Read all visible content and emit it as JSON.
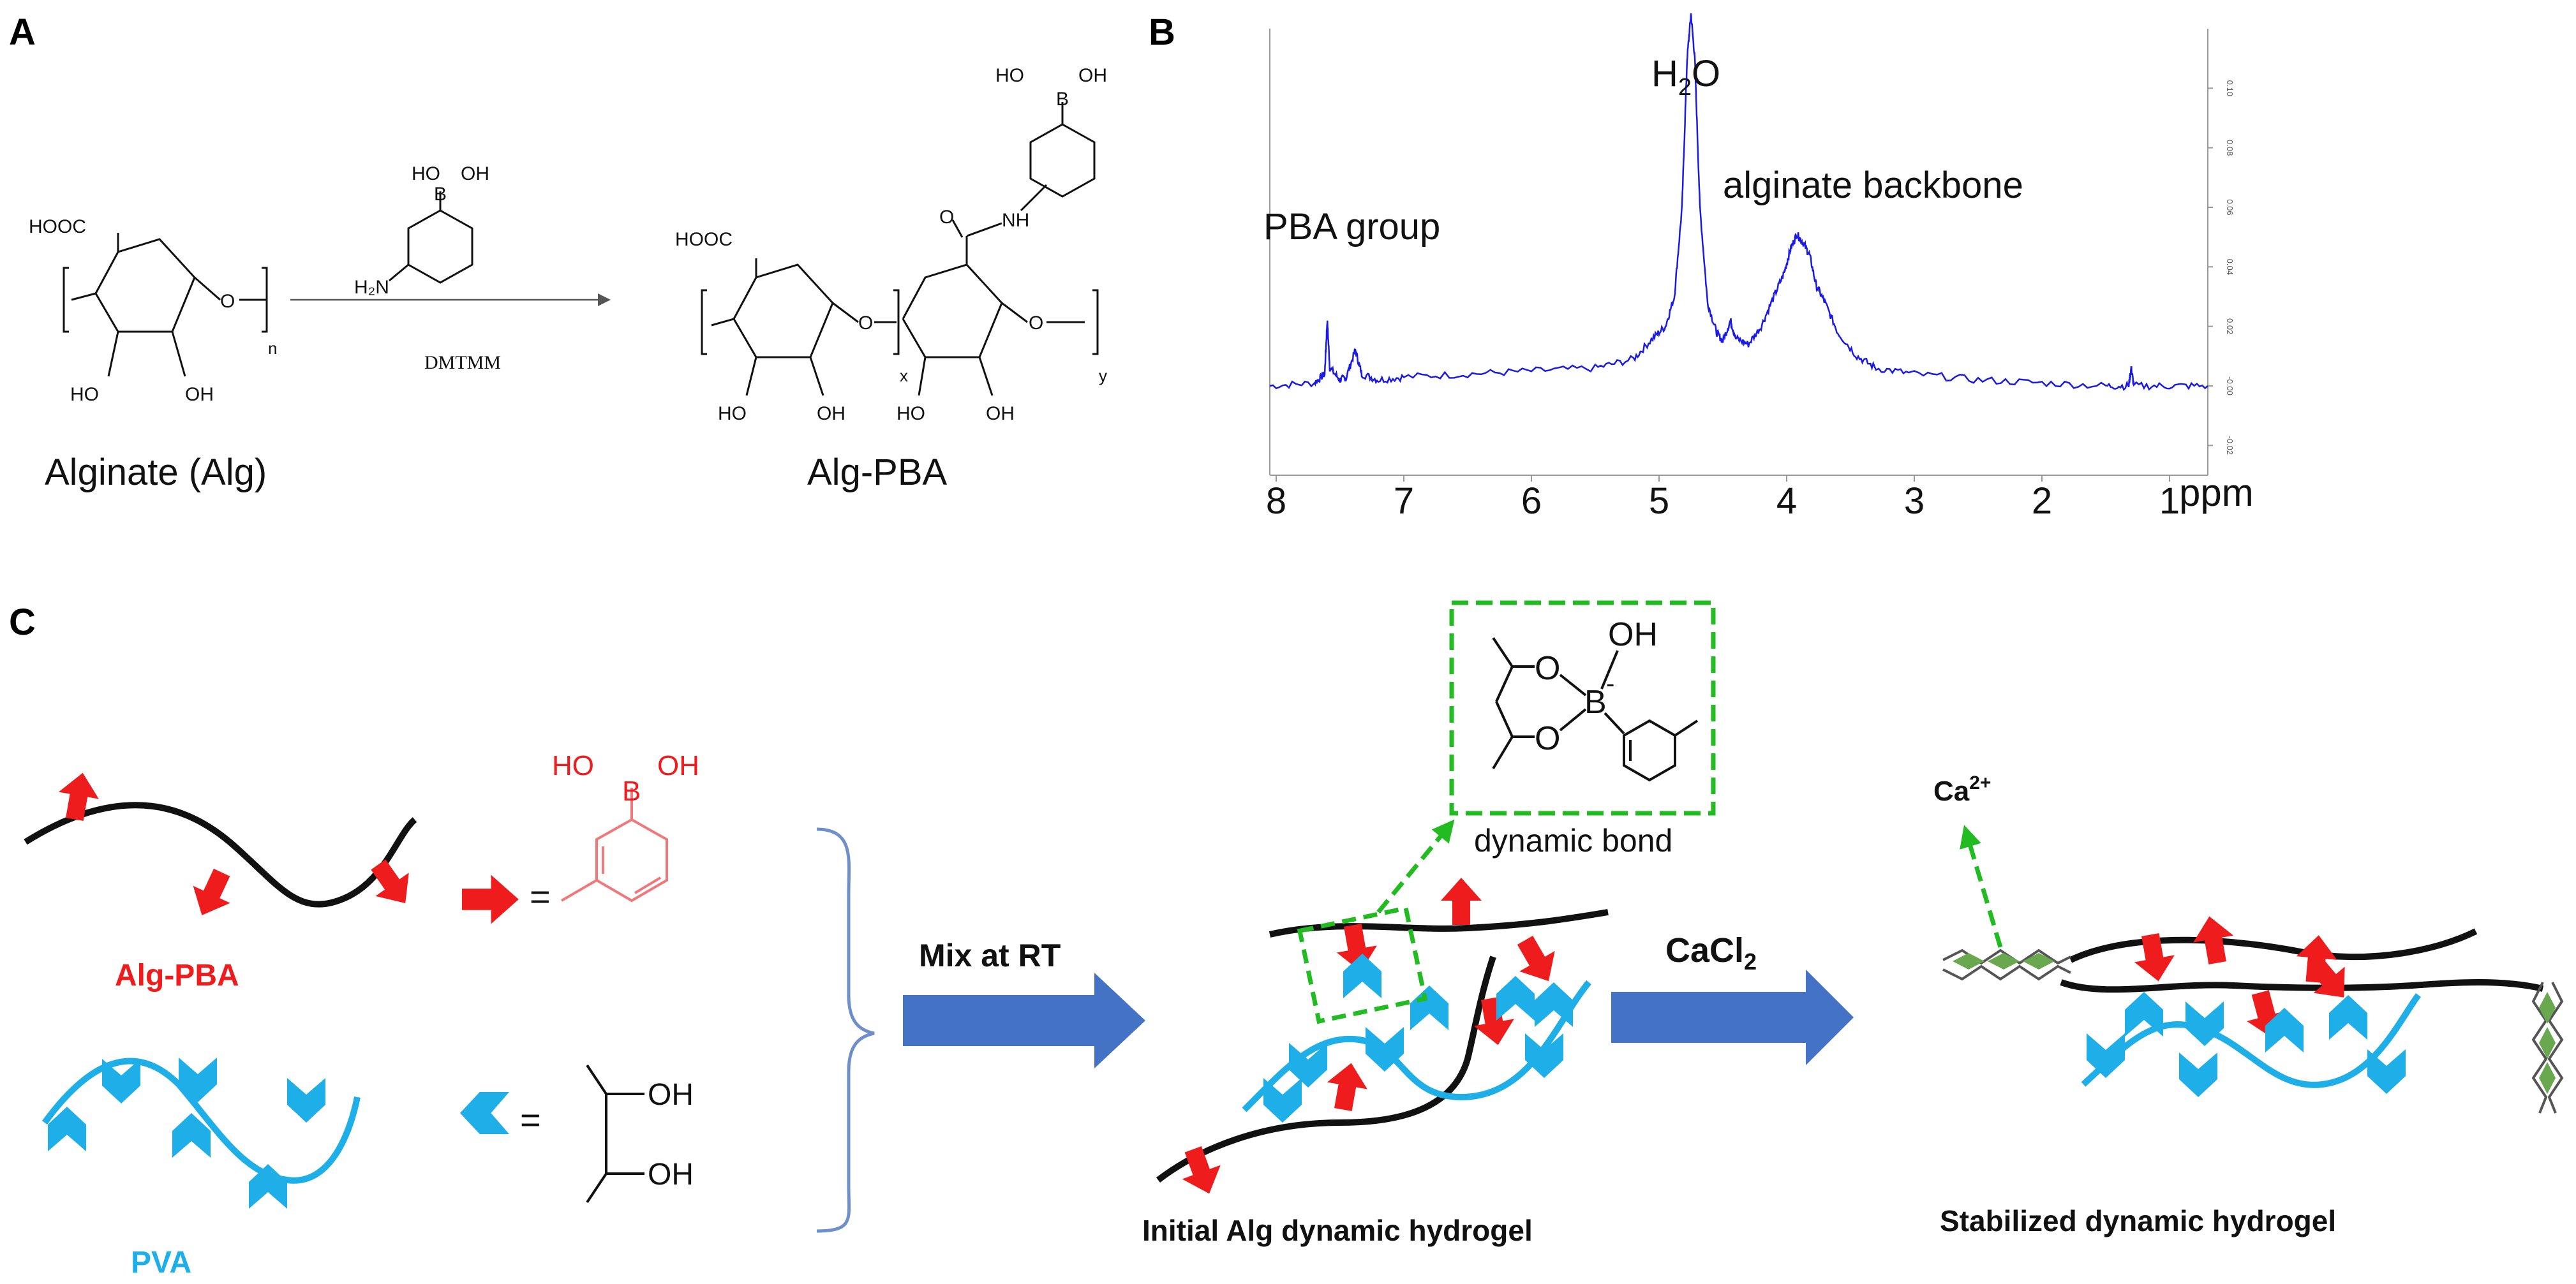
{
  "panels": {
    "a": "A",
    "b": "B",
    "c": "C"
  },
  "panel_a": {
    "alginate_name": "Alginate (Alg)",
    "product_name": "Alg-PBA",
    "reagent": "DMTMM",
    "cooh": "HOOC",
    "ho": "HO",
    "oh": "OH",
    "o": "O",
    "b": "B",
    "h2n": "H₂N",
    "nh": "NH",
    "n": "n",
    "x": "x",
    "y": "y"
  },
  "panel_b": {
    "peak_water_main": "H",
    "peak_water_sub": "2",
    "peak_water_end": "O",
    "peak_pba": "PBA group",
    "peak_backbone": "alginate backbone",
    "axis_unit": "ppm"
  },
  "chart_data": {
    "type": "line",
    "title": "",
    "xlabel": "ppm",
    "ylabel": "",
    "x_reversed": true,
    "xlim": [
      8.05,
      0.7
    ],
    "ylim": [
      -0.03,
      0.12
    ],
    "x_ticks": [
      8,
      7,
      6,
      5,
      4,
      3,
      2,
      1
    ],
    "y_ticks": [
      -0.02,
      0.0,
      0.02,
      0.04,
      0.06,
      0.08,
      0.1
    ],
    "y_tick_labels": [
      "-0.02",
      "-0.00",
      "0.02",
      "0.04",
      "0.06",
      "0.08",
      "0.10"
    ],
    "series": [
      {
        "color": "#1a1ae6",
        "points": [
          [
            8.05,
            0.0
          ],
          [
            7.7,
            0.001
          ],
          [
            7.62,
            0.004
          ],
          [
            7.6,
            0.022
          ],
          [
            7.58,
            0.006
          ],
          [
            7.5,
            0.002
          ],
          [
            7.45,
            0.003
          ],
          [
            7.38,
            0.012
          ],
          [
            7.33,
            0.004
          ],
          [
            7.2,
            0.002
          ],
          [
            7.0,
            0.003
          ],
          [
            6.5,
            0.004
          ],
          [
            6.0,
            0.005
          ],
          [
            5.5,
            0.006
          ],
          [
            5.2,
            0.009
          ],
          [
            5.05,
            0.016
          ],
          [
            4.95,
            0.02
          ],
          [
            4.88,
            0.03
          ],
          [
            4.82,
            0.06
          ],
          [
            4.78,
            0.11
          ],
          [
            4.75,
            0.125
          ],
          [
            4.72,
            0.11
          ],
          [
            4.68,
            0.06
          ],
          [
            4.62,
            0.028
          ],
          [
            4.55,
            0.018
          ],
          [
            4.5,
            0.015
          ],
          [
            4.44,
            0.022
          ],
          [
            4.4,
            0.016
          ],
          [
            4.3,
            0.014
          ],
          [
            4.2,
            0.02
          ],
          [
            4.1,
            0.03
          ],
          [
            4.02,
            0.038
          ],
          [
            3.97,
            0.046
          ],
          [
            3.92,
            0.051
          ],
          [
            3.87,
            0.048
          ],
          [
            3.82,
            0.044
          ],
          [
            3.77,
            0.034
          ],
          [
            3.7,
            0.028
          ],
          [
            3.6,
            0.018
          ],
          [
            3.45,
            0.01
          ],
          [
            3.3,
            0.006
          ],
          [
            3.0,
            0.004
          ],
          [
            2.5,
            0.002
          ],
          [
            2.0,
            0.001
          ],
          [
            1.5,
            0.0
          ],
          [
            1.32,
            0.0
          ],
          [
            1.3,
            0.006
          ],
          [
            1.28,
            0.0
          ],
          [
            1.0,
            0.0
          ],
          [
            0.7,
            0.0
          ]
        ]
      }
    ]
  },
  "panel_c": {
    "alg_pba_label": "Alg-PBA",
    "pva_label": "PVA",
    "equals": "=",
    "ho": "HO",
    "oh": "OH",
    "b": "B",
    "o": "O",
    "b_charge": "-",
    "mix_label": "Mix at RT",
    "cacl_main": "CaCl",
    "cacl_sub": "2",
    "ca_main": "Ca",
    "ca_sup": "2+",
    "dynamic_bond": "dynamic bond",
    "initial_label": "Initial Alg dynamic hydrogel",
    "stabilized_label": "Stabilized dynamic hydrogel"
  },
  "colors": {
    "pba_red": "#ee1c1c",
    "pba_structure": "#f0787a",
    "pva_blue": "#1eaee8",
    "arrow_blue": "#4472c4",
    "dashed_green": "#22bb22",
    "calcium_green": "#6aa84f",
    "brace": "#6f8fc9"
  }
}
